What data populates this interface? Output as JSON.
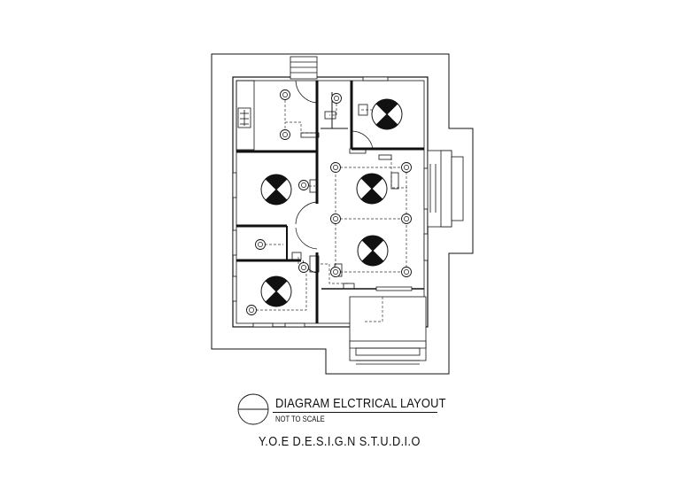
{
  "title": {
    "main": "DIAGRAM ELCTRICAL LAYOUT",
    "sub": "NOT TO SCALE",
    "studio": "Y.O.E   D.E.S.I.G.N   S.T.U.D.I.O"
  },
  "symbols": {
    "fan": "ceiling-fan-icon",
    "light": "light-point-icon",
    "switch": "switch-icon"
  },
  "colors": {
    "line": "#111111",
    "wiring": "#333333"
  }
}
